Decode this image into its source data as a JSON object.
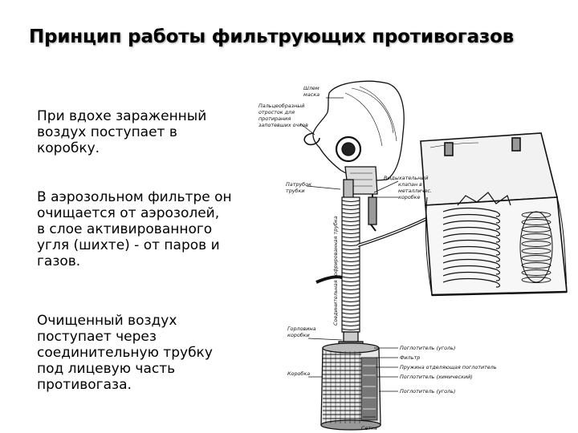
{
  "slide": {
    "title": "Принцип работы фильтрующих противогазов"
  },
  "paragraphs": [
    {
      "lines": [
        "При вдохе зараженный",
        "воздух поступает в",
        "коробку."
      ]
    },
    {
      "lines": [
        "В аэрозольном фильтре он",
        "очищается от аэрозолей,",
        "в слое активированного",
        "угля (шихте) - от паров и",
        "газов."
      ]
    },
    {
      "lines": [
        "Очищенный воздух",
        "поступает через",
        "соединительную трубку",
        "под лицевую часть",
        "противогаза."
      ]
    }
  ],
  "figure": {
    "labels": {
      "helmet": [
        "Шлем",
        "маска"
      ],
      "anti_fog": [
        "Пальцеобразный",
        "отросток для",
        "протирания",
        "запотевших очков"
      ],
      "nozzle": [
        "Патрубок",
        "трубки"
      ],
      "valve": [
        "Выдыхательный",
        "клапан в",
        "металличес.",
        "коробке"
      ],
      "tube": "Соединительная гофрированная трубка",
      "box_neck": [
        "Горловина",
        "коробки"
      ],
      "box": "Коробка",
      "bottom": "Сетка",
      "right": [
        "Поглотитель (уголь)",
        "Фильтр",
        "Пружина отделяющая поглотитель",
        "Поглотитель (химический)",
        "Поглотитель (уголь)"
      ]
    }
  }
}
